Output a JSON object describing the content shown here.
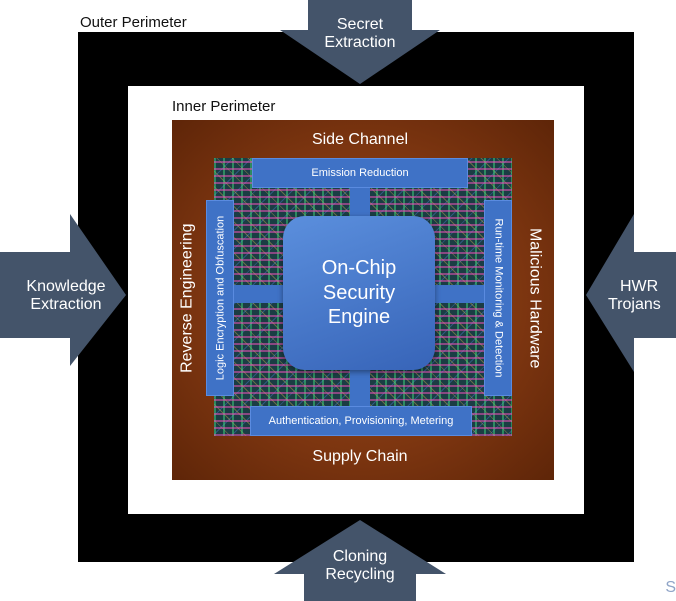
{
  "outer_perimeter": "Outer Perimeter",
  "inner_perimeter": "Inner Perimeter",
  "threats": {
    "top": [
      "Secret",
      "Extraction"
    ],
    "left": [
      "Knowledge",
      "Extraction"
    ],
    "right": [
      "HWR",
      "Trojans"
    ],
    "bottom": [
      "Cloning",
      "Recycling"
    ]
  },
  "attack_classes": {
    "top": "Side Channel",
    "bottom": "Supply Chain",
    "left": "Reverse Engineering",
    "right": "Malicious Hardware"
  },
  "countermeasures": {
    "top": "Emission Reduction",
    "bottom": "Authentication, Provisioning, Metering",
    "left": "Logic Encryption and Obfuscation",
    "right": "Run-time Monitoring & Detection"
  },
  "engine": [
    "On-Chip",
    "Security",
    "Engine"
  ],
  "corner_text": "S",
  "colors": {
    "arrow": "#44546a",
    "bar": "#3f72c6",
    "brown": "#8a3f12",
    "outer": "#000000"
  }
}
